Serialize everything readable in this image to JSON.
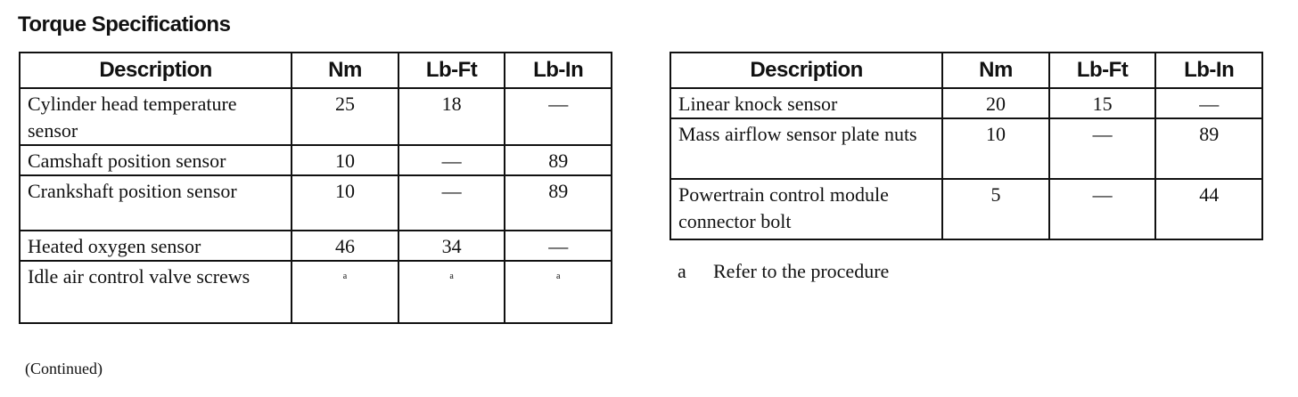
{
  "title": "Torque Specifications",
  "headers": [
    "Description",
    "Nm",
    "Lb-Ft",
    "Lb-In"
  ],
  "left_table": {
    "rows": [
      {
        "description": "Cylinder head temperature sensor",
        "nm": "25",
        "lbft": "18",
        "lbin": "—"
      },
      {
        "description": "Camshaft position sensor",
        "nm": "10",
        "lbft": "—",
        "lbin": "89"
      },
      {
        "description": "Crankshaft position sensor",
        "nm": "10",
        "lbft": "—",
        "lbin": "89"
      },
      {
        "description": "Heated oxygen sensor",
        "nm": "46",
        "lbft": "34",
        "lbin": "—"
      },
      {
        "description": "Idle air control valve screws",
        "nm": "a",
        "lbft": "a",
        "lbin": "a"
      }
    ],
    "continued": "(Continued)"
  },
  "right_table": {
    "rows": [
      {
        "description": "Linear knock sensor",
        "nm": "20",
        "lbft": "15",
        "lbin": "—"
      },
      {
        "description": "Mass airflow sensor plate nuts",
        "nm": "10",
        "lbft": "—",
        "lbin": "89"
      },
      {
        "description": "Powertrain control module connector bolt",
        "nm": "5",
        "lbft": "—",
        "lbin": "44"
      }
    ]
  },
  "footnote": {
    "mark": "a",
    "text": "Refer to the procedure"
  }
}
